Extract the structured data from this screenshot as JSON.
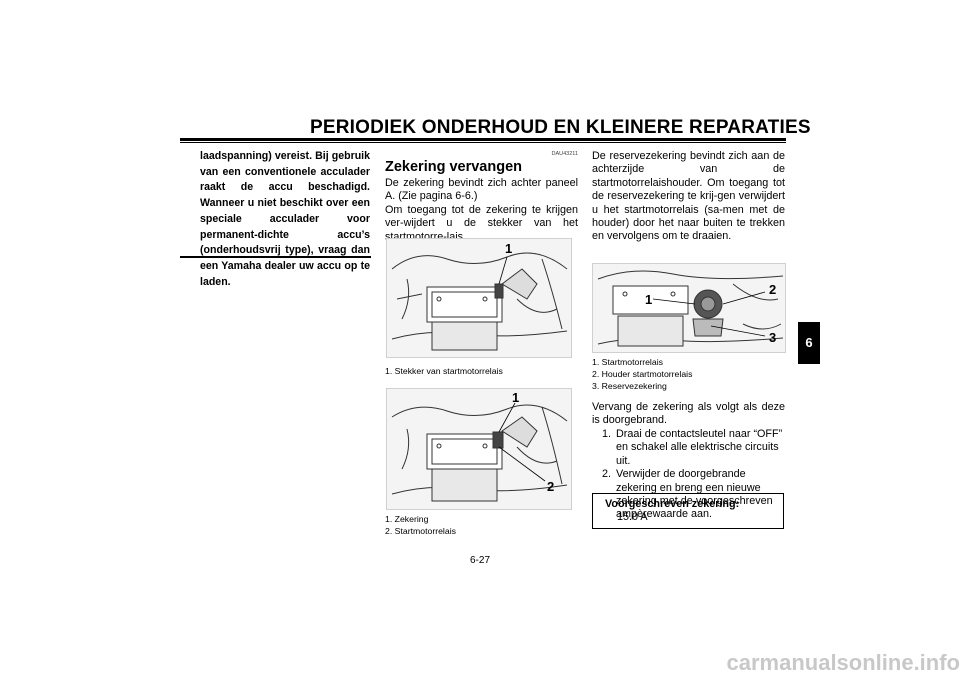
{
  "header": {
    "title": "PERIODIEK ONDERHOUD EN KLEINERE REPARATIES"
  },
  "left_column": {
    "warning_text": "laadspanning) vereist. Bij gebruik van een conventionele acculader raakt de accu beschadigd. Wanneer u niet beschikt over een speciale acculader voor permanent-dichte accu’s (onderhoudsvrij type), vraag dan een Yamaha dealer uw accu op te laden."
  },
  "middle_column": {
    "doc_code": "DAU43211",
    "section_title": "Zekering vervangen",
    "paragraph_1": "De zekering bevindt zich achter paneel A. (Zie pagina 6-6.)",
    "paragraph_2": "Om toegang tot de zekering te krijgen ver-wijdert u de stekker van het startmotorre-lais.",
    "figure_1": {
      "callouts": [
        "1"
      ],
      "captions": [
        "1.  Stekker van startmotorrelais"
      ]
    },
    "figure_2": {
      "callouts": [
        "1",
        "2"
      ],
      "captions": [
        "1.  Zekering",
        "2.  Startmotorrelais"
      ]
    }
  },
  "right_column": {
    "paragraph_1": "De reservezekering bevindt zich aan de achterzijde van de startmotorrelaishouder. Om toegang tot de reservezekering te krij-gen verwijdert u het startmotorrelais (sa-men met de houder) door het naar buiten te trekken en vervolgens om te draaien.",
    "figure_3": {
      "callouts": [
        "1",
        "2",
        "3"
      ],
      "captions": [
        "1.  Startmotorrelais",
        "2.  Houder startmotorrelais",
        "3.  Reservezekering"
      ]
    },
    "paragraph_2": "Vervang de zekering als volgt als deze is doorgebrand.",
    "steps": [
      {
        "num": "1.",
        "text": "Draai de contactsleutel naar “OFF” en schakel alle elektrische circuits uit."
      },
      {
        "num": "2.",
        "text": "Verwijder de doorgebrande zekering en breng een nieuwe zekering met de voorgeschreven ampèrewaarde aan."
      }
    ],
    "spec_box": {
      "label": "Voorgeschreven zekering:",
      "value": "15.0 A"
    }
  },
  "chapter_tab": "6",
  "page_number": "6-27",
  "watermark": "carmanualsonline.info"
}
